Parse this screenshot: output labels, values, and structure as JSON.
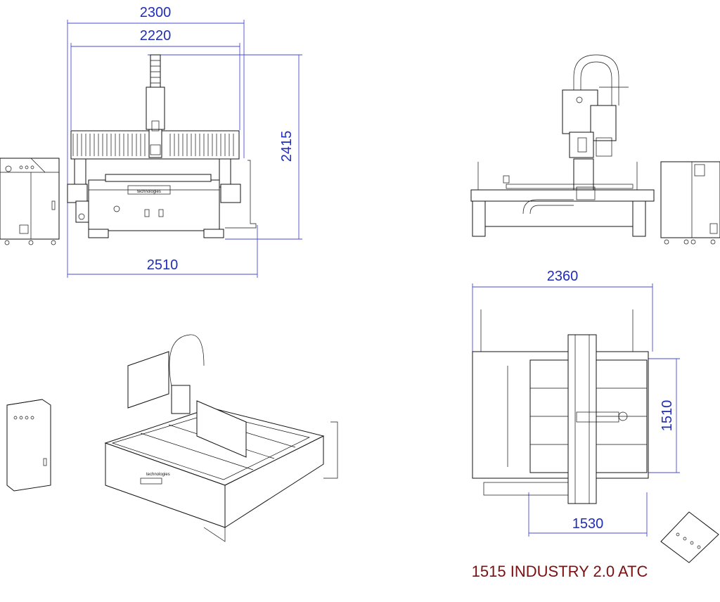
{
  "title": "1515 INDUSTRY 2.0 ATC",
  "logo_text": "technologies",
  "front_view": {
    "dim_overall_width": "2300",
    "dim_inner_width": "2220",
    "dim_base_width": "2510",
    "dim_height": "2415"
  },
  "top_view": {
    "dim_overall_width": "2360",
    "dim_work_length": "1510",
    "dim_work_width": "1530"
  },
  "colors": {
    "dimension": "#1f2db8",
    "title": "#7a1010",
    "lines": "#111111"
  }
}
